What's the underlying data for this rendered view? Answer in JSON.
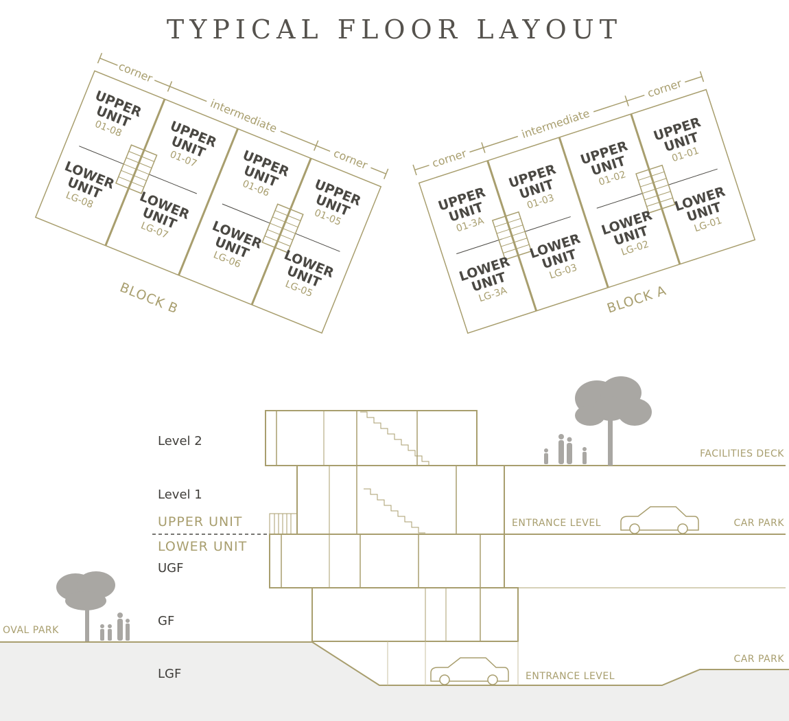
{
  "title": "TYPICAL FLOOR LAYOUT",
  "dimension_labels": {
    "corner": "corner",
    "intermediate": "intermediate"
  },
  "block_b": {
    "name": "BLOCK B",
    "units": [
      {
        "upper_line1": "UPPER",
        "upper_line2": "UNIT",
        "upper_code": "01-08",
        "lower_line1": "LOWER",
        "lower_line2": "UNIT",
        "lower_code": "LG-08"
      },
      {
        "upper_line1": "UPPER",
        "upper_line2": "UNIT",
        "upper_code": "01-07",
        "lower_line1": "LOWER",
        "lower_line2": "UNIT",
        "lower_code": "LG-07"
      },
      {
        "upper_line1": "UPPER",
        "upper_line2": "UNIT",
        "upper_code": "01-06",
        "lower_line1": "LOWER",
        "lower_line2": "UNIT",
        "lower_code": "LG-06"
      },
      {
        "upper_line1": "UPPER",
        "upper_line2": "UNIT",
        "upper_code": "01-05",
        "lower_line1": "LOWER",
        "lower_line2": "UNIT",
        "lower_code": "LG-05"
      }
    ]
  },
  "block_a": {
    "name": "BLOCK A",
    "units": [
      {
        "upper_line1": "UPPER",
        "upper_line2": "UNIT",
        "upper_code": "01-3A",
        "lower_line1": "LOWER",
        "lower_line2": "UNIT",
        "lower_code": "LG-3A"
      },
      {
        "upper_line1": "UPPER",
        "upper_line2": "UNIT",
        "upper_code": "01-03",
        "lower_line1": "LOWER",
        "lower_line2": "UNIT",
        "lower_code": "LG-03"
      },
      {
        "upper_line1": "UPPER",
        "upper_line2": "UNIT",
        "upper_code": "01-02",
        "lower_line1": "LOWER",
        "lower_line2": "UNIT",
        "lower_code": "LG-02"
      },
      {
        "upper_line1": "UPPER",
        "upper_line2": "UNIT",
        "upper_code": "01-01",
        "lower_line1": "LOWER",
        "lower_line2": "UNIT",
        "lower_code": "LG-01"
      }
    ]
  },
  "section": {
    "levels": {
      "level2": "Level 2",
      "level1": "Level 1",
      "ugf": "UGF",
      "gf": "GF",
      "lgf": "LGF"
    },
    "upper_unit": "UPPER UNIT",
    "lower_unit": "LOWER UNIT",
    "facilities_deck": "FACILITIES DECK",
    "entrance_level_upper": "ENTRANCE LEVEL",
    "car_park_upper": "CAR PARK",
    "oval_park": "OVAL PARK",
    "entrance_level_lower": "ENTRANCE LEVEL",
    "car_park_lower": "CAR PARK"
  }
}
